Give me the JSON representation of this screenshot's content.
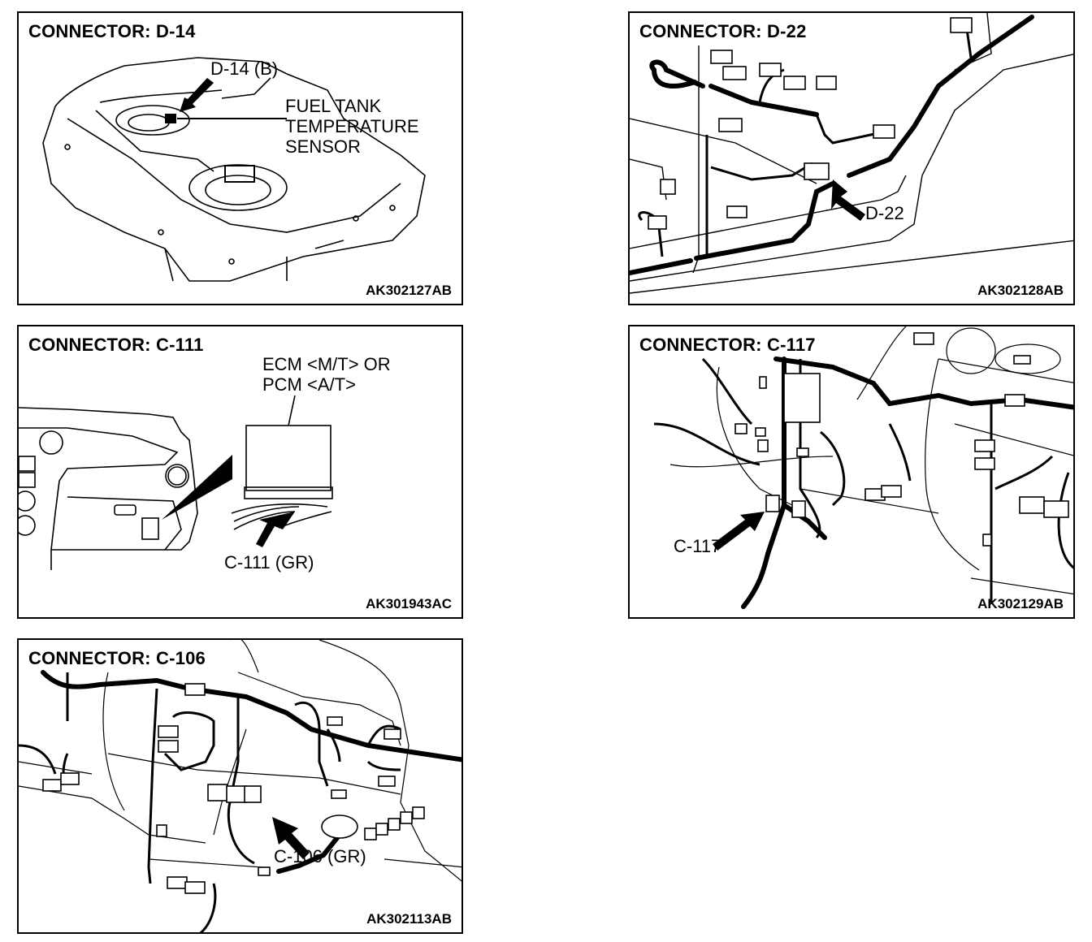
{
  "panels": [
    {
      "title": "CONNECTOR: D-14",
      "callouts": [
        "D-14 (B)",
        "FUEL TANK",
        "TEMPERATURE",
        "SENSOR"
      ],
      "figure_id": "AK302127AB"
    },
    {
      "title": "CONNECTOR: D-22",
      "callouts": [
        "D-22"
      ],
      "figure_id": "AK302128AB"
    },
    {
      "title": "CONNECTOR: C-111",
      "callouts": [
        "ECM <M/T> OR",
        "PCM <A/T>",
        "C-111 (GR)"
      ],
      "figure_id": "AK301943AC"
    },
    {
      "title": "CONNECTOR: C-117",
      "callouts": [
        "C-117"
      ],
      "figure_id": "AK302129AB"
    },
    {
      "title": "CONNECTOR: C-106",
      "callouts": [
        "C-106 (GR)"
      ],
      "figure_id": "AK302113AB"
    }
  ],
  "colors": {
    "ink": "#000000",
    "paper": "#ffffff"
  }
}
